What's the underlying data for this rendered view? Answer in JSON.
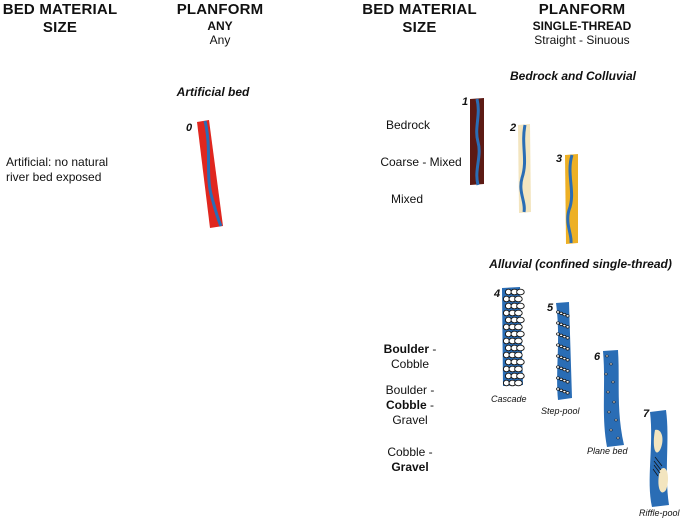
{
  "left_panel": {
    "bed_material_header": [
      "BED MATERIAL",
      "SIZE"
    ],
    "planform_header": "PLANFORM",
    "planform_type": "ANY",
    "planform_sub": "Any",
    "section_title": "Artificial bed",
    "material_label": [
      "Artificial: no natural",
      "river bed exposed"
    ],
    "channel_number": "0"
  },
  "right_panel": {
    "bed_material_header": [
      "BED MATERIAL",
      "SIZE"
    ],
    "planform_header": "PLANFORM",
    "planform_type": "SINGLE-THREAD",
    "planform_sub": "Straight - Sinuous",
    "bedrock_section": {
      "title": "Bedrock and Colluvial",
      "materials": [
        "Bedrock",
        "Coarse - Mixed",
        "Mixed"
      ],
      "channel_numbers": [
        "1",
        "2",
        "3"
      ]
    },
    "alluvial_section": {
      "title": "Alluvial (confined single-thread)",
      "materials": [
        {
          "parts": [
            "Boulder",
            " -",
            "Cobble"
          ],
          "bold": [
            true,
            false,
            false
          ]
        },
        {
          "parts": [
            "Boulder -",
            "Cobble",
            " -",
            "Gravel"
          ],
          "bold": [
            false,
            true,
            false,
            false
          ]
        },
        {
          "parts": [
            "Cobble -",
            "Gravel"
          ],
          "bold": [
            false,
            true
          ]
        }
      ],
      "channels": [
        {
          "number": "4",
          "caption": "Cascade"
        },
        {
          "number": "5",
          "caption": "Step-pool"
        },
        {
          "number": "6",
          "caption": "Plane bed"
        },
        {
          "number": "7",
          "caption": "Riffle-pool"
        }
      ]
    }
  },
  "colors": {
    "artificial_red": "#e0271f",
    "water_blue": "#2a6db5",
    "bedrock_brown": "#5c1a14",
    "sediment_cream": "#f3e5bf",
    "sediment_yellow": "#edb025",
    "stone_white": "#ffffff",
    "outline": "#111111"
  }
}
